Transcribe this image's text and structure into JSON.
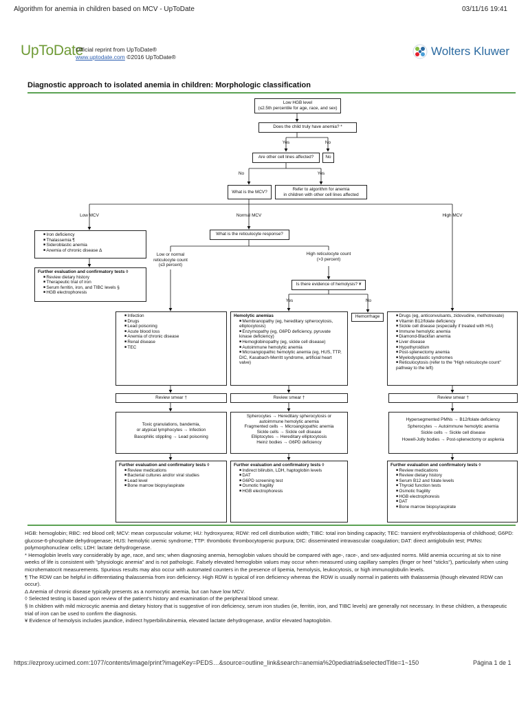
{
  "browser_header": {
    "page_title": "Algorithm for anemia in children based on MCV - UpToDate",
    "datetime": "03/11/16 19:41"
  },
  "branding": {
    "logo_text": "UpToDate",
    "reprint_line": "Official reprint from UpToDate®",
    "site_link": "www.uptodate.com",
    "copyright": "©2016 UpToDate®",
    "publisher": "Wolters Kluwer"
  },
  "title": "Diagnostic approach to isolated anemia in children: Morphologic classification",
  "flow": {
    "low_hgb": [
      "Low HGB level",
      "(≤2.5th percentile for age, race, and sex)"
    ],
    "truly_anemia": "Does the child truly have anemia? *",
    "yes": "Yes",
    "no": "No",
    "no_box": "No",
    "other_cell_lines": "Are other cell lines affected?",
    "what_mcv": "What is the MCV?",
    "refer": [
      "Refer to algorithm for anemia",
      "in children with other cell lines affected"
    ],
    "low_mcv": "Low MCV",
    "normal_mcv": "Normal MCV",
    "high_mcv": "High MCV",
    "reticulocyte_response": "What is the reticulocyte response?",
    "low_retic": [
      "Low or normal",
      "reticulocyte count",
      "(≤3 percent)"
    ],
    "high_retic": [
      "High reticulocyte count",
      "(>3 percent)"
    ],
    "hemolysis_q": "Is there evidence of hemolysis? ¥",
    "hemorrhage": "Hemorrhage",
    "low_mcv_causes": [
      "Iron deficiency",
      "Thalassemia ¶",
      "Sideroblastic anemia",
      "Anemia of chronic disease Δ"
    ],
    "low_mcv_tests_title": "Further evaluation and confirmatory tests ◊",
    "low_mcv_tests": [
      "Review dietary history",
      "Therapeutic trial of iron",
      "Serum ferritin, iron, and TIBC levels §",
      "HGB electrophoresis"
    ],
    "normal_low_causes": [
      "Infection",
      "Drugs",
      "Lead poisoning",
      "Acute blood loss",
      "Anemia of chronic disease",
      "Renal disease",
      "TEC"
    ],
    "hemolytic_title": "Hemolytic anemias",
    "hemolytic_items": [
      "Membranopathy (eg, hereditary spherocytosis, elliptocytosis)",
      "Enzymopathy (eg, G6PD deficiency, pyruvate kinase deficiency)",
      "Hemoglobinopathy (eg, sickle cell disease)",
      "Autoimmune hemolytic anemia",
      "Microangiopathic hemolytic anemia (eg, HUS, TTP, DIC, Kasabach-Merritt syndrome, artificial heart valve)"
    ],
    "high_mcv_causes": [
      "Drugs (eg, anticonvulsants, zidovudine, methotrexate)",
      "Vitamin B12/folate deficiency",
      "Sickle cell disease (especially if treated with HU)",
      "Immune hemolytic anemia",
      "Diamond-Blackfan anemia",
      "Liver disease",
      "Hypothyroidism",
      "Post-splenectomy anemia",
      "Myelodysplastic syndromes",
      "Reticulocytosis (refer to the \"High reticulocyte count\" pathway to the left)"
    ],
    "review_smear": "Review smear †",
    "smear_left": [
      "Toxic granulations, bandemia,",
      "or atypical lymphocytes → Infection",
      "Basophilic stippling → Lead poisoning"
    ],
    "smear_mid": [
      "Spherocytes → Hereditary spherocytosis or",
      "autoimmune hemolytic anemia",
      "Fragmented cells → Microangiopathic anemia",
      "Sickle cells → Sickle cell disease",
      "Elliptocytes → Hereditary elliptocytosis",
      "Heinz bodies → G6PD deficiency"
    ],
    "smear_right": [
      "Hypersegmented PMNs → B12/folate deficiency",
      "Spherocytes → Autoimmune hemolytic anemia",
      "Sickle cells → Sickle cell disease",
      "Howell-Jolly bodies → Post-splenectomy or asplenia"
    ],
    "tests_title": "Further evaluation and confirmatory tests ◊",
    "tests_left": [
      "Review medications",
      "Bacterial cultures and/or viral studies",
      "Lead level",
      "Bone marrow biopsy/aspirate"
    ],
    "tests_mid": [
      "Indirect bilirubin, LDH, haptoglobin levels",
      "DAT",
      "G6PD screening test",
      "Osmotic fragility",
      "HGB electrophoresis"
    ],
    "tests_right": [
      "Review medications",
      "Review dietary history",
      "Serum B12 and folate levels",
      "Thyroid function tests",
      "Osmotic fragility",
      "HGB electrophoresis",
      "DAT",
      "Bone marrow biopsy/aspirate"
    ]
  },
  "notes": [
    "HGB: hemoglobin; RBC: red blood cell; MCV: mean corpuscular volume; HU: hydroxyurea; RDW: red cell distribution width; TIBC: total iron binding capacity; TEC: transient erythroblastopenia of childhood; G6PD: glucose-6-phosphate dehydrogenase; HUS: hemolytic uremic syndrome; TTP: thrombotic thrombocytopenic purpura; DIC: disseminated intravascular coagulation; DAT: direct antiglobulin test; PMNs: polymorphonuclear cells; LDH: lactate dehydrogenase.",
    "* Hemoglobin levels vary considerably by age, race, and sex; when diagnosing anemia, hemoglobin values should be compared with age-, race-, and sex-adjusted norms. Mild anemia occurring at six to nine weeks of life is consistent with \"physiologic anemia\" and is not pathologic. Falsely elevated hemoglobin values may occur when measured using capillary samples (finger or heel \"sticks\"), particularly when using microhematocrit measurements. Spurious results may also occur with automated counters in the presence of lipemia, hemolysis, leukocytosis, or high immunoglobulin levels.",
    "¶ The RDW can be helpful in differentiating thalassemia from iron deficiency. High RDW is typical of iron deficiency whereas the RDW is usually normal in patients with thalassemia (though elevated RDW can occur).",
    "Δ Anemia of chronic disease typically presents as a normocytic anemia, but can have low MCV.",
    "◊ Selected testing is based upon review of the patient's history and examination of the peripheral blood smear.",
    "§ In children with mild microcytic anemia and dietary history that is suggestive of iron deficiency, serum iron studies (ie, ferritin, iron, and TIBC levels) are generally not necessary. In these children, a therapeutic trial of iron can be used to confirm the diagnosis.",
    "¥ Evidence of hemolysis includes jaundice, indirect hyperbilirubinemia, elevated lactate dehydrogenase, and/or elevated haptoglobin."
  ],
  "footer": {
    "url": "https://ezproxy.ucimed.com:1077/contents/image/print?imageKey=PEDS…&source=outline_link&search=anemia%20pediatria&selectedTitle=1~150",
    "page": "Página 1 de 1"
  }
}
